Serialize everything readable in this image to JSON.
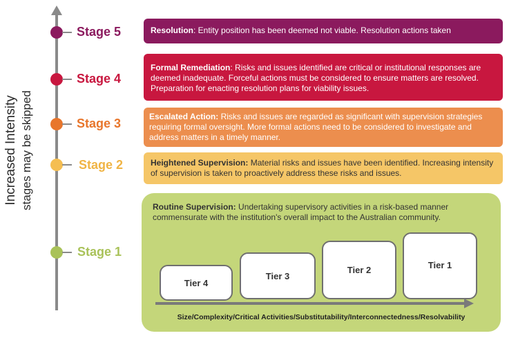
{
  "side_title": {
    "line1": "Increased Intensity",
    "line2": "stages may be skipped"
  },
  "colors": {
    "stage5": "#8b1a5e",
    "stage4": "#c8173f",
    "stage3": "#ec8e4e",
    "stage2": "#f5c667",
    "stage1": "#c4d67a",
    "axis": "#8a8a8a"
  },
  "stages": {
    "s5": {
      "label": "Stage 5",
      "title": "Resolution",
      "text": ": Entity position has been deemed not viable. Resolution actions taken"
    },
    "s4": {
      "label": "Stage 4",
      "title": "Formal Remediation",
      "text": ":  Risks and issues identified are critical or institutional responses are deemed inadequate. Forceful actions must be considered to ensure matters are resolved.  Preparation for enacting resolution plans for viability issues."
    },
    "s3": {
      "label": "Stage 3",
      "title": "Escalated Action:",
      "text": " Risks and issues are regarded as significant with supervision strategies requiring formal oversight. More formal actions need to be considered to investigate and address matters in a timely manner."
    },
    "s2": {
      "label": "Stage 2",
      "title": "Heightened Supervision:",
      "text": " Material risks and issues have been identified. Increasing intensity of supervision is taken to proactively address these risks and issues."
    },
    "s1": {
      "label": "Stage 1",
      "title": "Routine Supervision:",
      "text": " Undertaking supervisory activities in a risk-based manner commensurate with the institution's overall impact to the Australian community."
    }
  },
  "tiers": [
    "Tier 4",
    "Tier 3",
    "Tier 2",
    "Tier 1"
  ],
  "x_caption": "Size/Complexity/Critical Activities/Substitutability/Interconnectedness/Resolvability"
}
